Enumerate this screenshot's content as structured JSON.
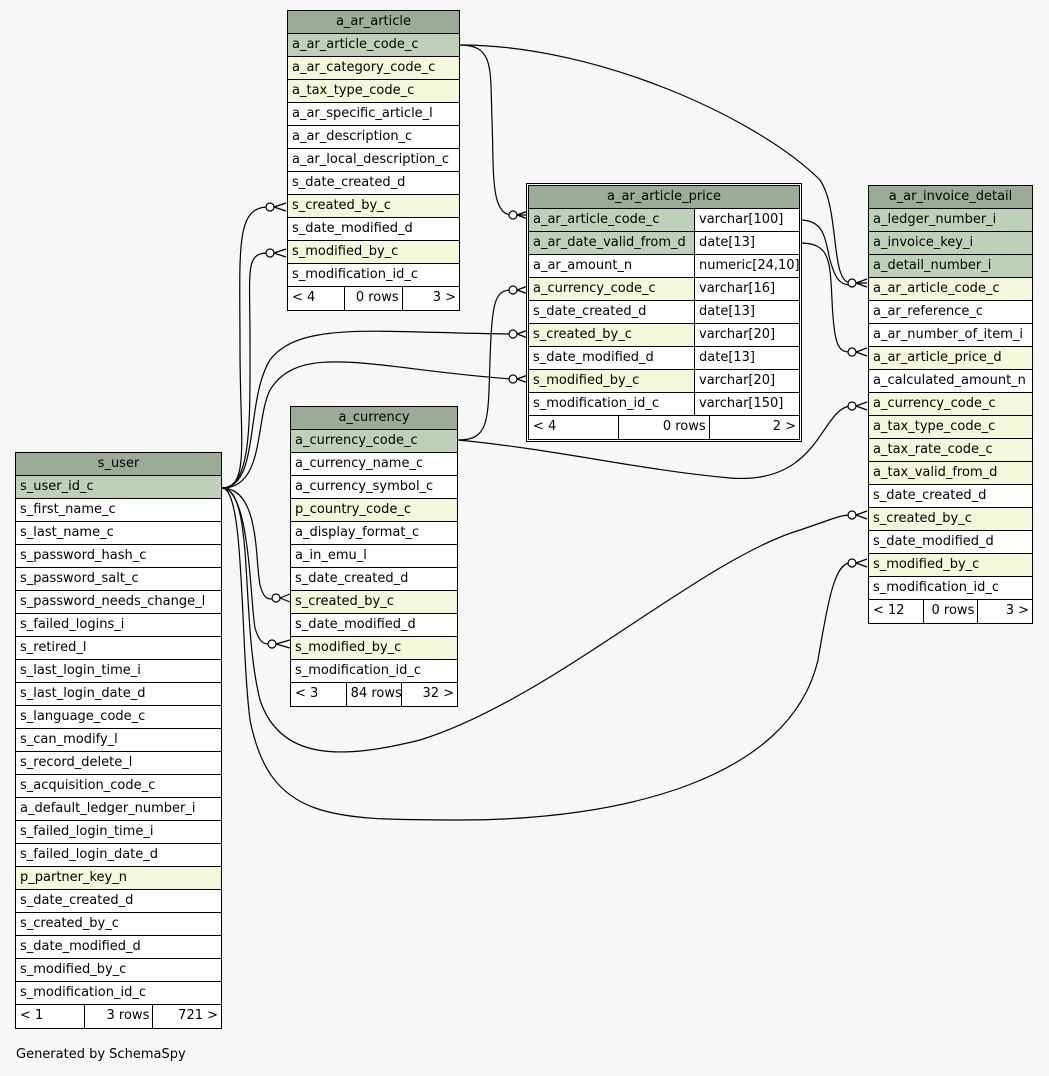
{
  "footer_text": "Generated by SchemaSpy",
  "tables": {
    "article": {
      "name": "a_ar_article",
      "columns": [
        {
          "name": "a_ar_article_code_c",
          "kind": "pk"
        },
        {
          "name": "a_ar_category_code_c",
          "kind": "fk"
        },
        {
          "name": "a_tax_type_code_c",
          "kind": "fk"
        },
        {
          "name": "a_ar_specific_article_l",
          "kind": "plain"
        },
        {
          "name": "a_ar_description_c",
          "kind": "plain"
        },
        {
          "name": "a_ar_local_description_c",
          "kind": "plain"
        },
        {
          "name": "s_date_created_d",
          "kind": "plain"
        },
        {
          "name": "s_created_by_c",
          "kind": "fk"
        },
        {
          "name": "s_date_modified_d",
          "kind": "plain"
        },
        {
          "name": "s_modified_by_c",
          "kind": "fk"
        },
        {
          "name": "s_modification_id_c",
          "kind": "plain"
        }
      ],
      "footer": {
        "left": "< 4",
        "mid": "0 rows",
        "right": "3 >"
      }
    },
    "price": {
      "name": "a_ar_article_price",
      "columns": [
        {
          "name": "a_ar_article_code_c",
          "type": "varchar[100]",
          "kind": "pk"
        },
        {
          "name": "a_ar_date_valid_from_d",
          "type": "date[13]",
          "kind": "pk"
        },
        {
          "name": "a_ar_amount_n",
          "type": "numeric[24,10]",
          "kind": "plain"
        },
        {
          "name": "a_currency_code_c",
          "type": "varchar[16]",
          "kind": "fk"
        },
        {
          "name": "s_date_created_d",
          "type": "date[13]",
          "kind": "plain"
        },
        {
          "name": "s_created_by_c",
          "type": "varchar[20]",
          "kind": "fk"
        },
        {
          "name": "s_date_modified_d",
          "type": "date[13]",
          "kind": "plain"
        },
        {
          "name": "s_modified_by_c",
          "type": "varchar[20]",
          "kind": "fk"
        },
        {
          "name": "s_modification_id_c",
          "type": "varchar[150]",
          "kind": "plain"
        }
      ],
      "footer": {
        "left": "< 4",
        "mid": "0 rows",
        "right": "2 >"
      }
    },
    "invoice": {
      "name": "a_ar_invoice_detail",
      "columns": [
        {
          "name": "a_ledger_number_i",
          "kind": "pk"
        },
        {
          "name": "a_invoice_key_i",
          "kind": "pk"
        },
        {
          "name": "a_detail_number_i",
          "kind": "pk"
        },
        {
          "name": "a_ar_article_code_c",
          "kind": "fk"
        },
        {
          "name": "a_ar_reference_c",
          "kind": "plain"
        },
        {
          "name": "a_ar_number_of_item_i",
          "kind": "plain"
        },
        {
          "name": "a_ar_article_price_d",
          "kind": "fk"
        },
        {
          "name": "a_calculated_amount_n",
          "kind": "plain"
        },
        {
          "name": "a_currency_code_c",
          "kind": "fk"
        },
        {
          "name": "a_tax_type_code_c",
          "kind": "fk"
        },
        {
          "name": "a_tax_rate_code_c",
          "kind": "fk"
        },
        {
          "name": "a_tax_valid_from_d",
          "kind": "fk"
        },
        {
          "name": "s_date_created_d",
          "kind": "plain"
        },
        {
          "name": "s_created_by_c",
          "kind": "fk"
        },
        {
          "name": "s_date_modified_d",
          "kind": "plain"
        },
        {
          "name": "s_modified_by_c",
          "kind": "fk"
        },
        {
          "name": "s_modification_id_c",
          "kind": "plain"
        }
      ],
      "footer": {
        "left": "< 12",
        "mid": "0 rows",
        "right": "3 >"
      }
    },
    "currency": {
      "name": "a_currency",
      "columns": [
        {
          "name": "a_currency_code_c",
          "kind": "pk"
        },
        {
          "name": "a_currency_name_c",
          "kind": "plain"
        },
        {
          "name": "a_currency_symbol_c",
          "kind": "plain"
        },
        {
          "name": "p_country_code_c",
          "kind": "fk"
        },
        {
          "name": "a_display_format_c",
          "kind": "plain"
        },
        {
          "name": "a_in_emu_l",
          "kind": "plain"
        },
        {
          "name": "s_date_created_d",
          "kind": "plain"
        },
        {
          "name": "s_created_by_c",
          "kind": "fk"
        },
        {
          "name": "s_date_modified_d",
          "kind": "plain"
        },
        {
          "name": "s_modified_by_c",
          "kind": "fk"
        },
        {
          "name": "s_modification_id_c",
          "kind": "plain"
        }
      ],
      "footer": {
        "left": "< 3",
        "mid": "84 rows",
        "right": "32 >"
      }
    },
    "user": {
      "name": "s_user",
      "columns": [
        {
          "name": "s_user_id_c",
          "kind": "pk"
        },
        {
          "name": "s_first_name_c",
          "kind": "plain"
        },
        {
          "name": "s_last_name_c",
          "kind": "plain"
        },
        {
          "name": "s_password_hash_c",
          "kind": "plain"
        },
        {
          "name": "s_password_salt_c",
          "kind": "plain"
        },
        {
          "name": "s_password_needs_change_l",
          "kind": "plain"
        },
        {
          "name": "s_failed_logins_i",
          "kind": "plain"
        },
        {
          "name": "s_retired_l",
          "kind": "plain"
        },
        {
          "name": "s_last_login_time_i",
          "kind": "plain"
        },
        {
          "name": "s_last_login_date_d",
          "kind": "plain"
        },
        {
          "name": "s_language_code_c",
          "kind": "plain"
        },
        {
          "name": "s_can_modify_l",
          "kind": "plain"
        },
        {
          "name": "s_record_delete_l",
          "kind": "plain"
        },
        {
          "name": "s_acquisition_code_c",
          "kind": "plain"
        },
        {
          "name": "a_default_ledger_number_i",
          "kind": "plain"
        },
        {
          "name": "s_failed_login_time_i",
          "kind": "plain"
        },
        {
          "name": "s_failed_login_date_d",
          "kind": "plain"
        },
        {
          "name": "p_partner_key_n",
          "kind": "fk"
        },
        {
          "name": "s_date_created_d",
          "kind": "plain"
        },
        {
          "name": "s_created_by_c",
          "kind": "plain"
        },
        {
          "name": "s_date_modified_d",
          "kind": "plain"
        },
        {
          "name": "s_modified_by_c",
          "kind": "plain"
        },
        {
          "name": "s_modification_id_c",
          "kind": "plain"
        }
      ],
      "footer": {
        "left": "< 1",
        "mid": "3 rows",
        "right": "721 >"
      }
    }
  }
}
